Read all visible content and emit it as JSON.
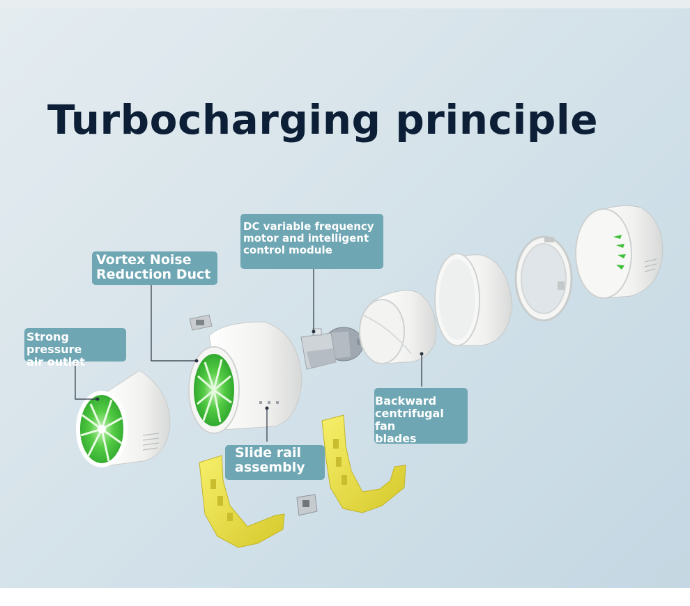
{
  "title": "Turbocharging principle",
  "labels": {
    "outlet": [
      "Strong pressure",
      "air outlet"
    ],
    "vortex": [
      "Vortex Noise",
      "Reduction Duct"
    ],
    "motor": [
      "DC variable frequency",
      "motor and intelligent",
      "control module"
    ],
    "slide": [
      "Slide rail",
      "assembly"
    ],
    "blades": [
      "Backward",
      "centrifugal fan",
      "blades"
    ]
  },
  "colors": {
    "label_bg": "#6ea6b3",
    "title": "#0c1f36",
    "fan_green": "#3fbf3a",
    "rail_yellow": "#e8e04a",
    "housing_white": "#f4f4f2"
  }
}
